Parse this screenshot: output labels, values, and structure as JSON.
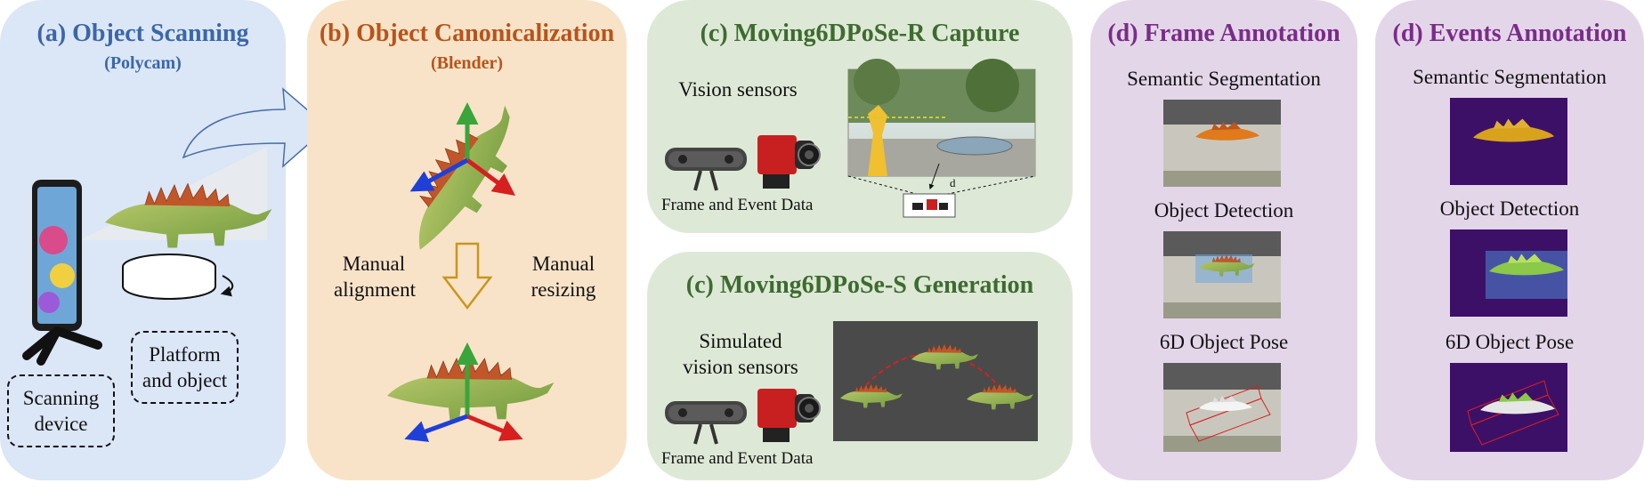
{
  "colors": {
    "panel_a": "#dbe6f7",
    "panel_b": "#f8e3c8",
    "panel_c": "#dde9d6",
    "panel_d": "#e4d6e9",
    "title_a": "#3b67a8",
    "title_b": "#b8541a",
    "title_c": "#3e6b30",
    "title_d": "#7a2c8a",
    "axis_red": "#d81f1f",
    "axis_green": "#3aa53a",
    "axis_blue": "#1f3fd8",
    "purple_bg": "#3d1068"
  },
  "panel_a": {
    "title": "(a) Object Scanning",
    "subtitle": "(Polycam)",
    "scanning_device_label": "Scanning device",
    "platform_label": "Platform and object"
  },
  "panel_b": {
    "title": "(b) Object Canonicalization",
    "subtitle": "(Blender)",
    "left_label": "Manual alignment",
    "right_label": "Manual resizing"
  },
  "panel_c_real": {
    "title": "(c) Moving6DPoSe-R Capture",
    "sensors_label": "Vision sensors",
    "data_label": "Frame and Event Data",
    "distance_label": "d"
  },
  "panel_c_sim": {
    "title": "(c) Moving6DPoSe-S Generation",
    "sensors_label": "Simulated vision sensors",
    "data_label": "Frame and Event Data"
  },
  "panel_d_frame": {
    "title": "(d) Frame Annotation",
    "items": [
      "Semantic Segmentation",
      "Object Detection",
      "6D Object Pose"
    ]
  },
  "panel_d_events": {
    "title": "(d) Events Annotation",
    "items": [
      "Semantic Segmentation",
      "Object Detection",
      "6D Object Pose"
    ]
  }
}
